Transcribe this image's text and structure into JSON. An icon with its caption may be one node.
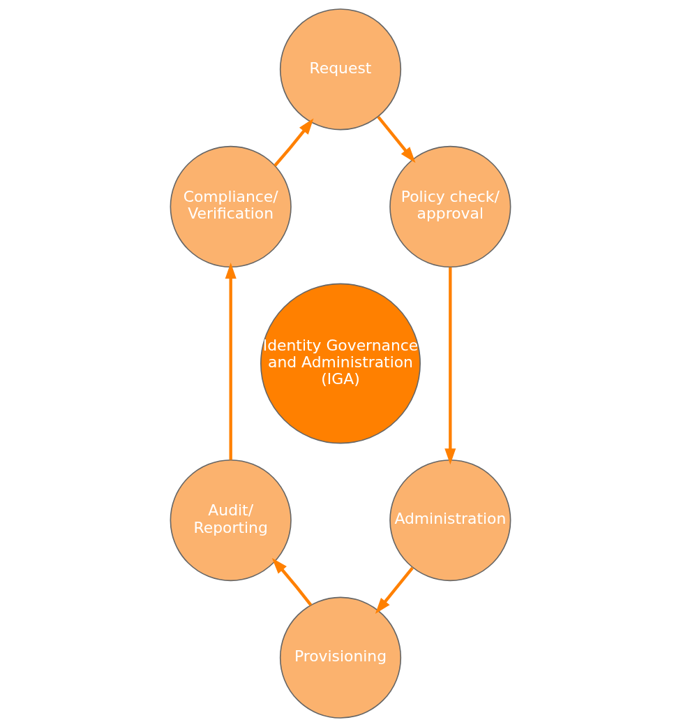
{
  "diagram": {
    "nodes": [
      {
        "text": [
          "Identity Governance and Administration (IGA)"
        ]
      },
      {
        "text": [
          "Request"
        ]
      },
      {
        "text": [
          "Policy check/ approval"
        ]
      },
      {
        "text": [
          "Administration"
        ]
      },
      {
        "text": [
          "Provisioning"
        ]
      },
      {
        "text": [
          "Audit/ Reporting"
        ]
      },
      {
        "text": [
          "Compliance/ Verification"
        ]
      }
    ],
    "edges": [
      {
        "from": 1,
        "to": 2,
        "arrow": "to"
      },
      {
        "from": 2,
        "to": 3,
        "arrow": "to"
      },
      {
        "from": 3,
        "to": 4,
        "arrow": "to"
      },
      {
        "from": 4,
        "to": 5,
        "arrow": "to"
      },
      {
        "from": 5,
        "to": 6,
        "arrow": "to"
      },
      {
        "from": 6,
        "to": 1,
        "arrow": "to"
      }
    ]
  }
}
